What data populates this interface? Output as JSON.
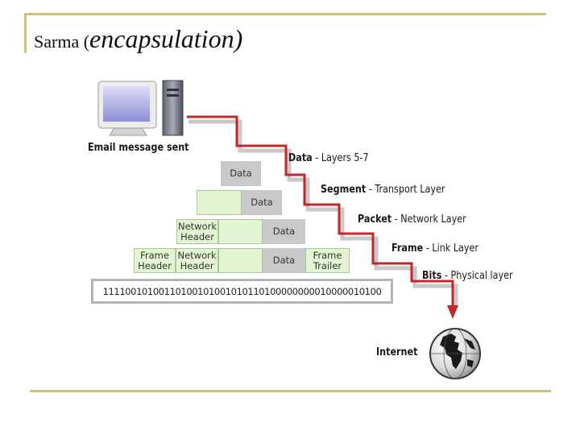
{
  "slide": {
    "title_prefix": "Sarma (",
    "title_main": "encapsulation)"
  },
  "diagram": {
    "email_label": "Email message sent",
    "internet_label": "Internet",
    "steps": [
      {
        "bold": "Data",
        "rest": " - Layers 5-7"
      },
      {
        "bold": "Segment",
        "rest": " - Transport Layer"
      },
      {
        "bold": "Packet",
        "rest": " - Network Layer"
      },
      {
        "bold": "Frame",
        "rest": " - Link Layer"
      },
      {
        "bold": "Bits",
        "rest": " - Physical layer"
      }
    ],
    "data_label": "Data",
    "network_header": "Network Header",
    "frame_header": "Frame Header",
    "frame_trailer": "Frame Trailer",
    "bitstream": "11110010100110100101001010110100000000010000010100",
    "colors": {
      "path": "#c0282b",
      "header_green": "#e2f4d2",
      "data_gray": "#c9c9c9",
      "frame_gold": "#cfc27a"
    }
  }
}
